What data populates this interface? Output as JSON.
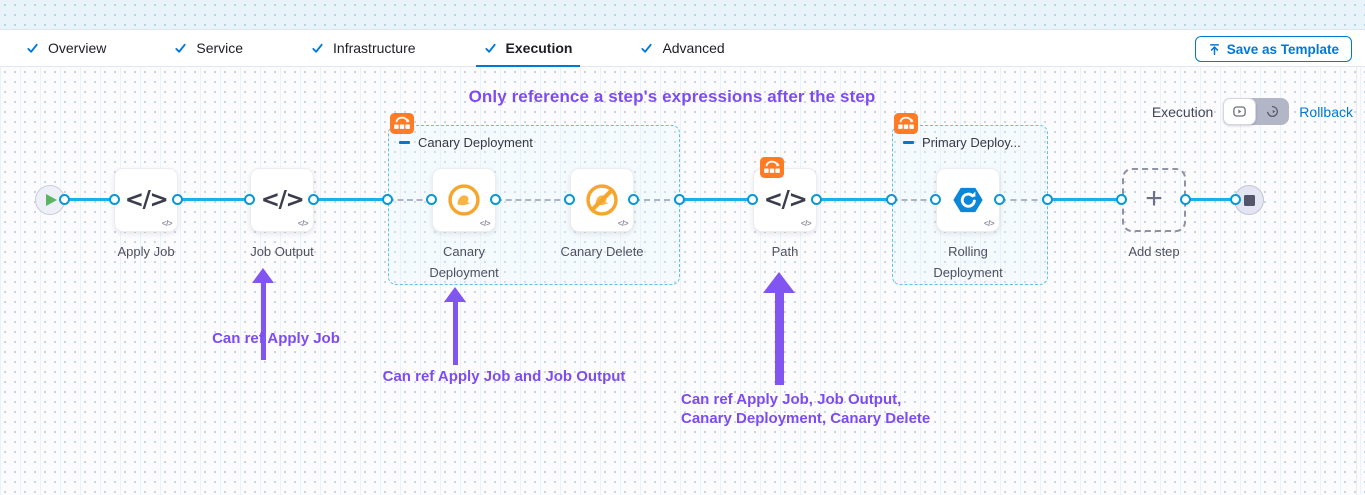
{
  "tabs": [
    {
      "label": "Overview"
    },
    {
      "label": "Service"
    },
    {
      "label": "Infrastructure"
    },
    {
      "label": "Execution",
      "active": true
    },
    {
      "label": "Advanced"
    }
  ],
  "header": {
    "save_as_template": "Save as Template"
  },
  "canvas": {
    "title": "Only reference a step's expressions after the step",
    "execution_label": "Execution",
    "rollback_label": "Rollback"
  },
  "pipeline": {
    "steps": {
      "apply_job": "Apply Job",
      "job_output": "Job Output",
      "canary_deployment": "Canary Deployment",
      "canary_delete": "Canary Delete",
      "path": "Path",
      "rolling_deployment": "Rolling Deployment",
      "add_step": "Add step"
    },
    "groups": {
      "canary": "Canary Deployment",
      "primary": "Primary Deploy..."
    }
  },
  "annotations": {
    "note1": "Can ref Apply Job",
    "note2": "Can ref Apply Job and Job Output",
    "note3_line1": "Can ref Apply Job, Job Output,",
    "note3_line2": "Canary Deployment, Canary Delete"
  },
  "colors": {
    "accent_blue": "#0278d5",
    "line_blue": "#18b2e8",
    "annotation_purple": "#7d4cf0",
    "badge_orange": "#ff7b26",
    "canary_orange": "#f6a52d"
  }
}
